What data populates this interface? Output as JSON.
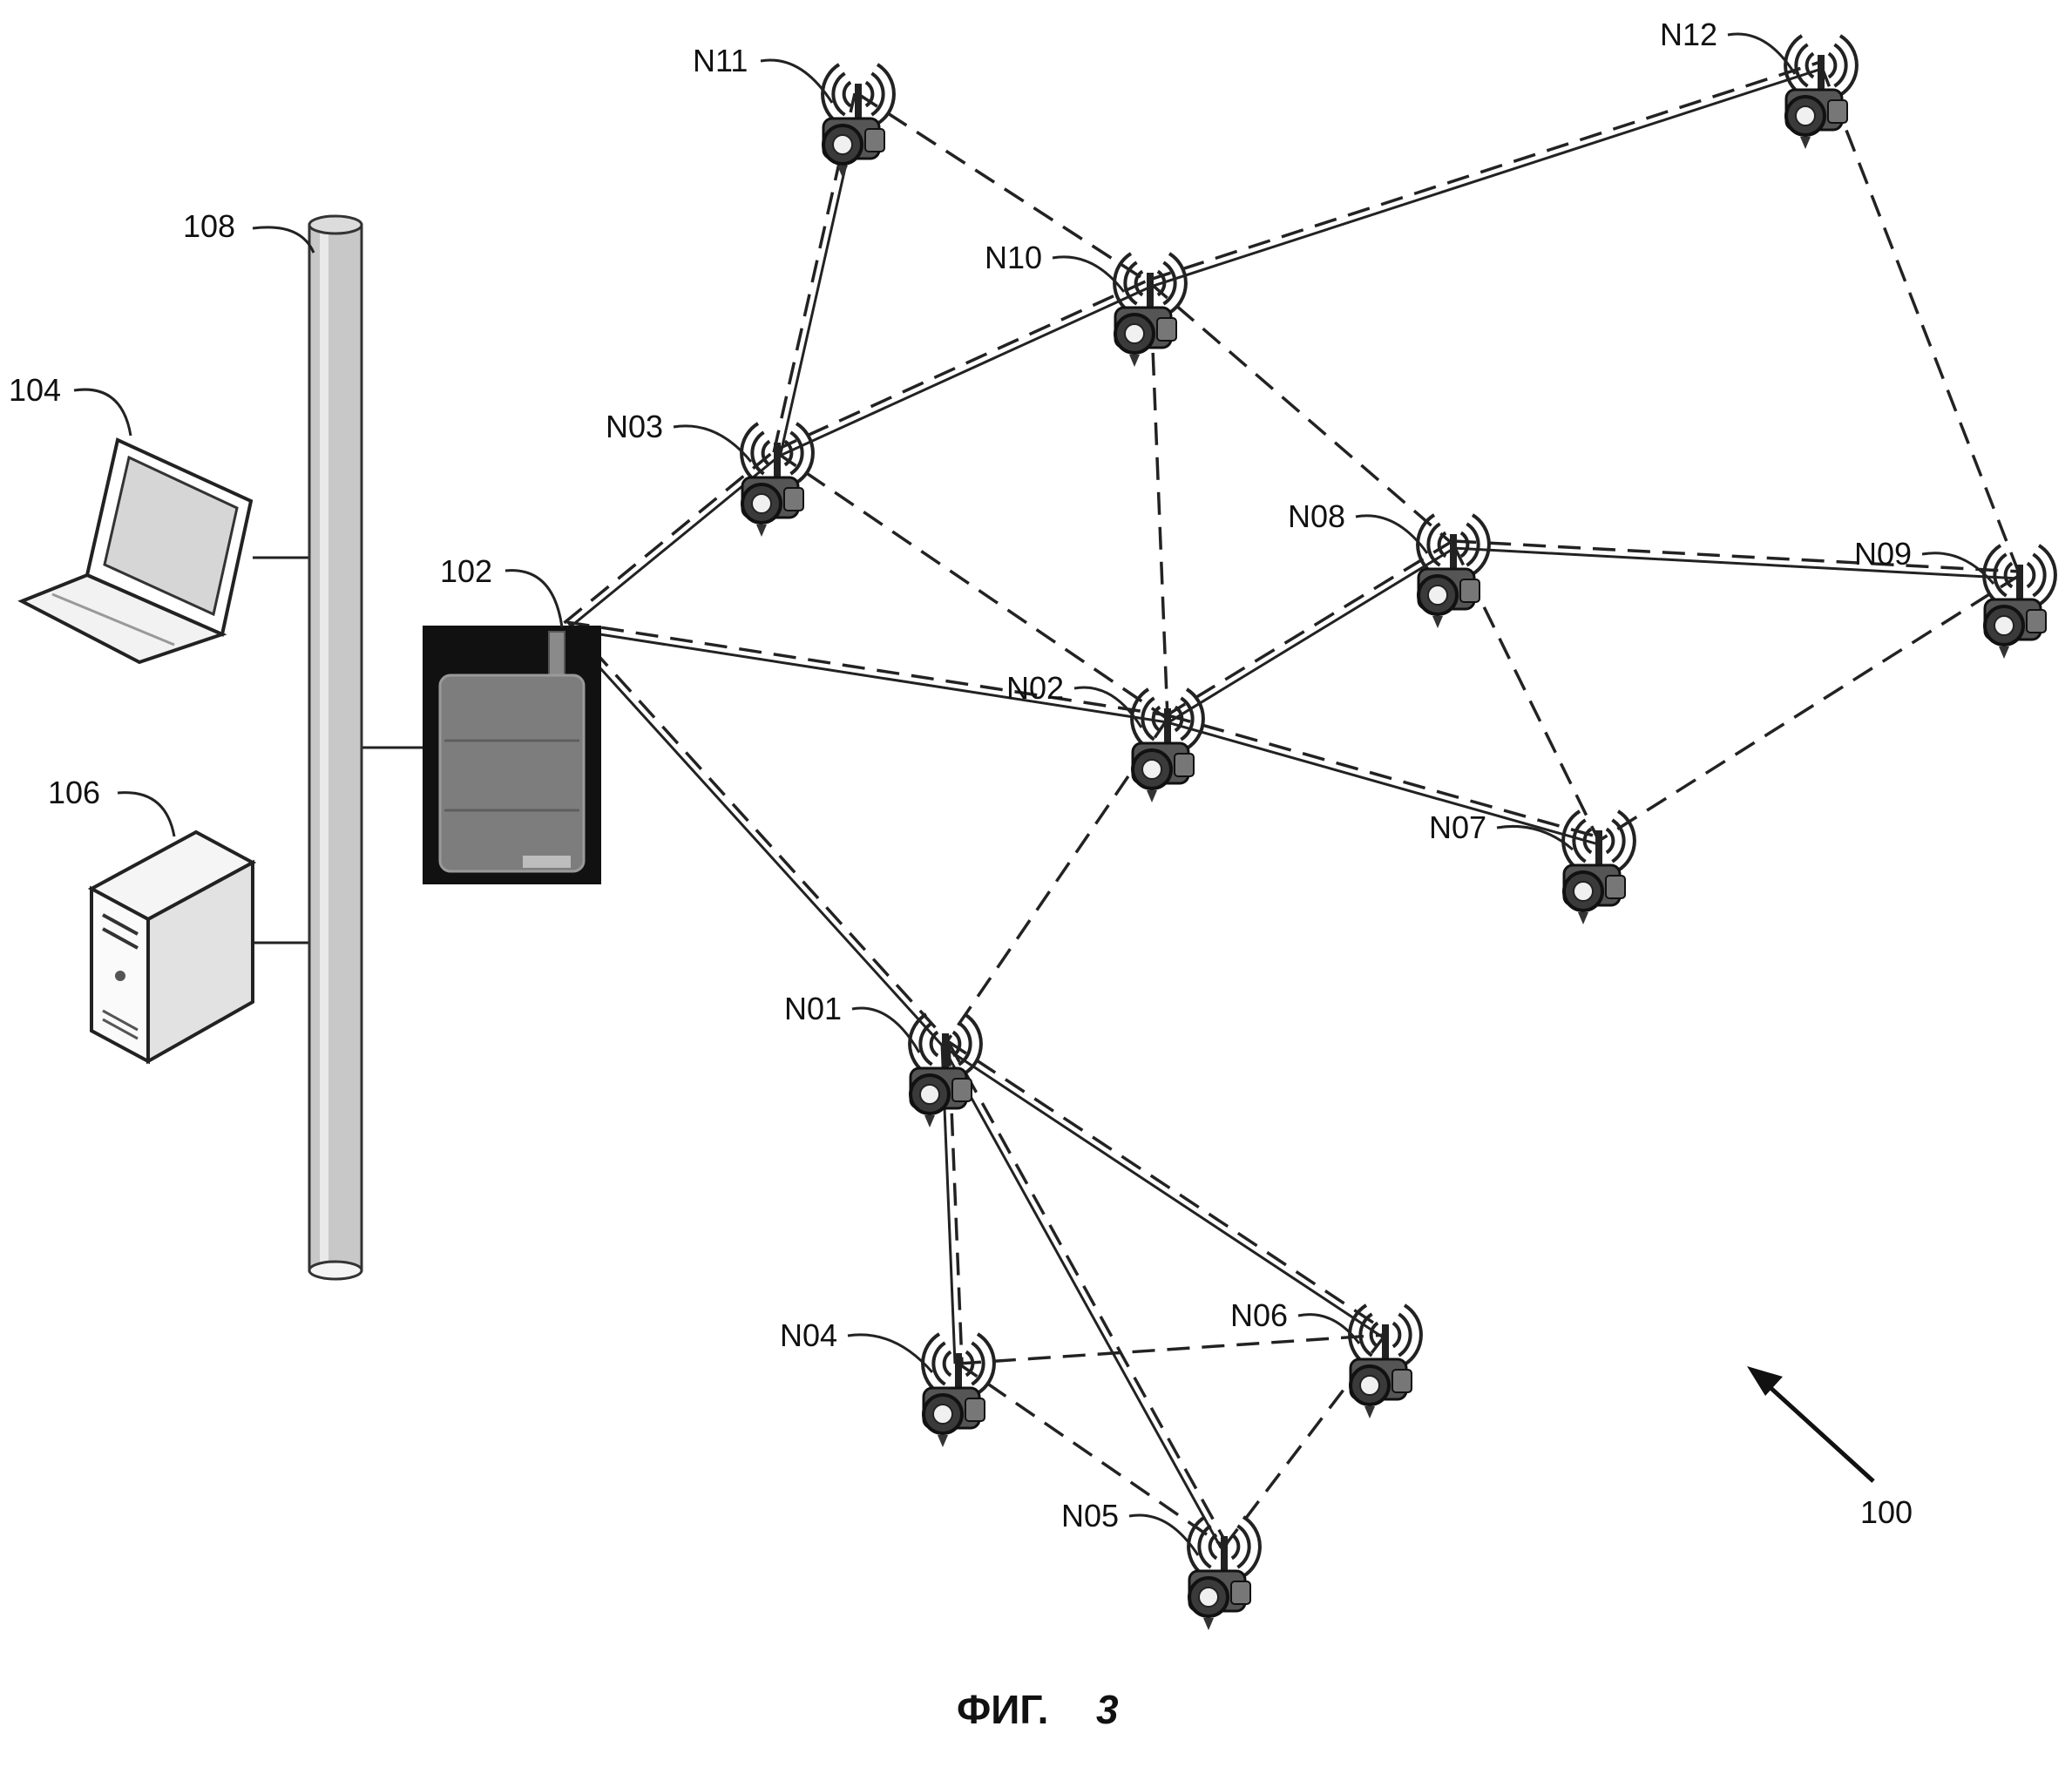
{
  "figure": {
    "caption_prefix": "ФИГ.",
    "caption_number": "3",
    "system_ref": "100"
  },
  "components": {
    "gateway": "102",
    "laptop": "104",
    "server": "106",
    "bus": "108"
  },
  "nodes": [
    {
      "id": "N01"
    },
    {
      "id": "N02"
    },
    {
      "id": "N03"
    },
    {
      "id": "N04"
    },
    {
      "id": "N05"
    },
    {
      "id": "N06"
    },
    {
      "id": "N07"
    },
    {
      "id": "N08"
    },
    {
      "id": "N09"
    },
    {
      "id": "N10"
    },
    {
      "id": "N11"
    },
    {
      "id": "N12"
    }
  ],
  "links": [
    {
      "from": "102",
      "to": "N03",
      "style": "solid+dashed"
    },
    {
      "from": "102",
      "to": "N02",
      "style": "solid+dashed"
    },
    {
      "from": "102",
      "to": "N01",
      "style": "solid+dashed"
    },
    {
      "from": "N03",
      "to": "N11",
      "style": "solid+dashed"
    },
    {
      "from": "N03",
      "to": "N10",
      "style": "solid+dashed"
    },
    {
      "from": "N10",
      "to": "N12",
      "style": "solid+dashed"
    },
    {
      "from": "N02",
      "to": "N08",
      "style": "solid+dashed"
    },
    {
      "from": "N08",
      "to": "N09",
      "style": "solid+dashed"
    },
    {
      "from": "N02",
      "to": "N07",
      "style": "solid+dashed"
    },
    {
      "from": "N01",
      "to": "N04",
      "style": "solid+dashed"
    },
    {
      "from": "N01",
      "to": "N05",
      "style": "solid+dashed"
    },
    {
      "from": "N01",
      "to": "N06",
      "style": "solid+dashed"
    },
    {
      "from": "N11",
      "to": "N10",
      "style": "dashed"
    },
    {
      "from": "N12",
      "to": "N09",
      "style": "dashed"
    },
    {
      "from": "N10",
      "to": "N08",
      "style": "dashed"
    },
    {
      "from": "N10",
      "to": "N02",
      "style": "dashed"
    },
    {
      "from": "N03",
      "to": "N02",
      "style": "dashed"
    },
    {
      "from": "N08",
      "to": "N07",
      "style": "dashed"
    },
    {
      "from": "N09",
      "to": "N07",
      "style": "dashed"
    },
    {
      "from": "N02",
      "to": "N01",
      "style": "dashed"
    },
    {
      "from": "N04",
      "to": "N06",
      "style": "dashed"
    },
    {
      "from": "N04",
      "to": "N05",
      "style": "dashed"
    },
    {
      "from": "N06",
      "to": "N05",
      "style": "dashed"
    }
  ]
}
